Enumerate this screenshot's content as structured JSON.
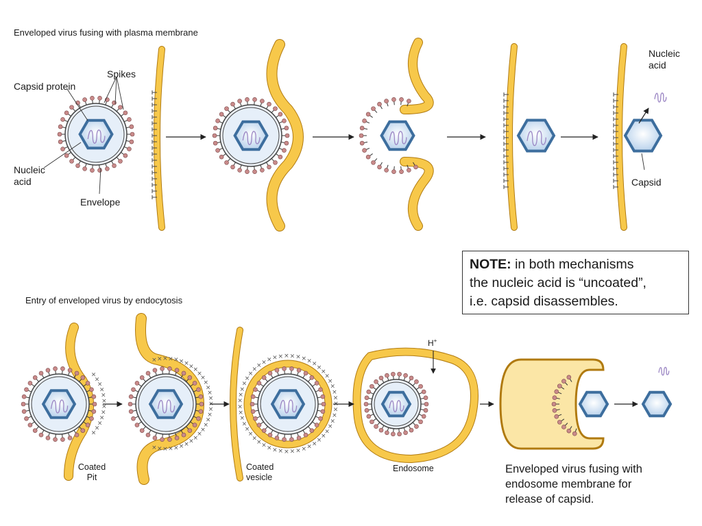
{
  "titles": {
    "top": "Enveloped virus fusing with plasma membrane",
    "bottom": "Entry of enveloped virus by endocytosis"
  },
  "labels": {
    "capsid_protein": "Capsid protein",
    "spikes": "Spikes",
    "nucleic_acid_1": "Nucleic",
    "nucleic_acid_2": "acid",
    "envelope": "Envelope",
    "nucleic_acid_right_1": "Nucleic",
    "nucleic_acid_right_2": "acid",
    "capsid": "Capsid",
    "coated_pit_1": "Coated",
    "coated_pit_2": "Pit",
    "coated_vesicle_1": "Coated",
    "coated_vesicle_2": "vesicle",
    "endosome": "Endosome",
    "h_plus": "H",
    "h_plus_sup": "+"
  },
  "note": {
    "bold": "NOTE:",
    "line1": " in both mechanisms",
    "line2": "the nucleic acid is “uncoated”,",
    "line3": "i.e. capsid disassembles."
  },
  "caption": {
    "line1": "Enveloped virus fusing with",
    "line2": "endosome membrane for",
    "line3": "release of capsid."
  },
  "colors": {
    "membrane": "#f7c84a",
    "membrane_light": "#fbe6a6",
    "membrane_edge": "#b07a10",
    "capsid_fill": "#dbe9f7",
    "capsid_stroke": "#3d6e9e",
    "spike_knob": "#c98a8a",
    "nucleic": "#9b86c4",
    "clathrin": "#555555"
  }
}
